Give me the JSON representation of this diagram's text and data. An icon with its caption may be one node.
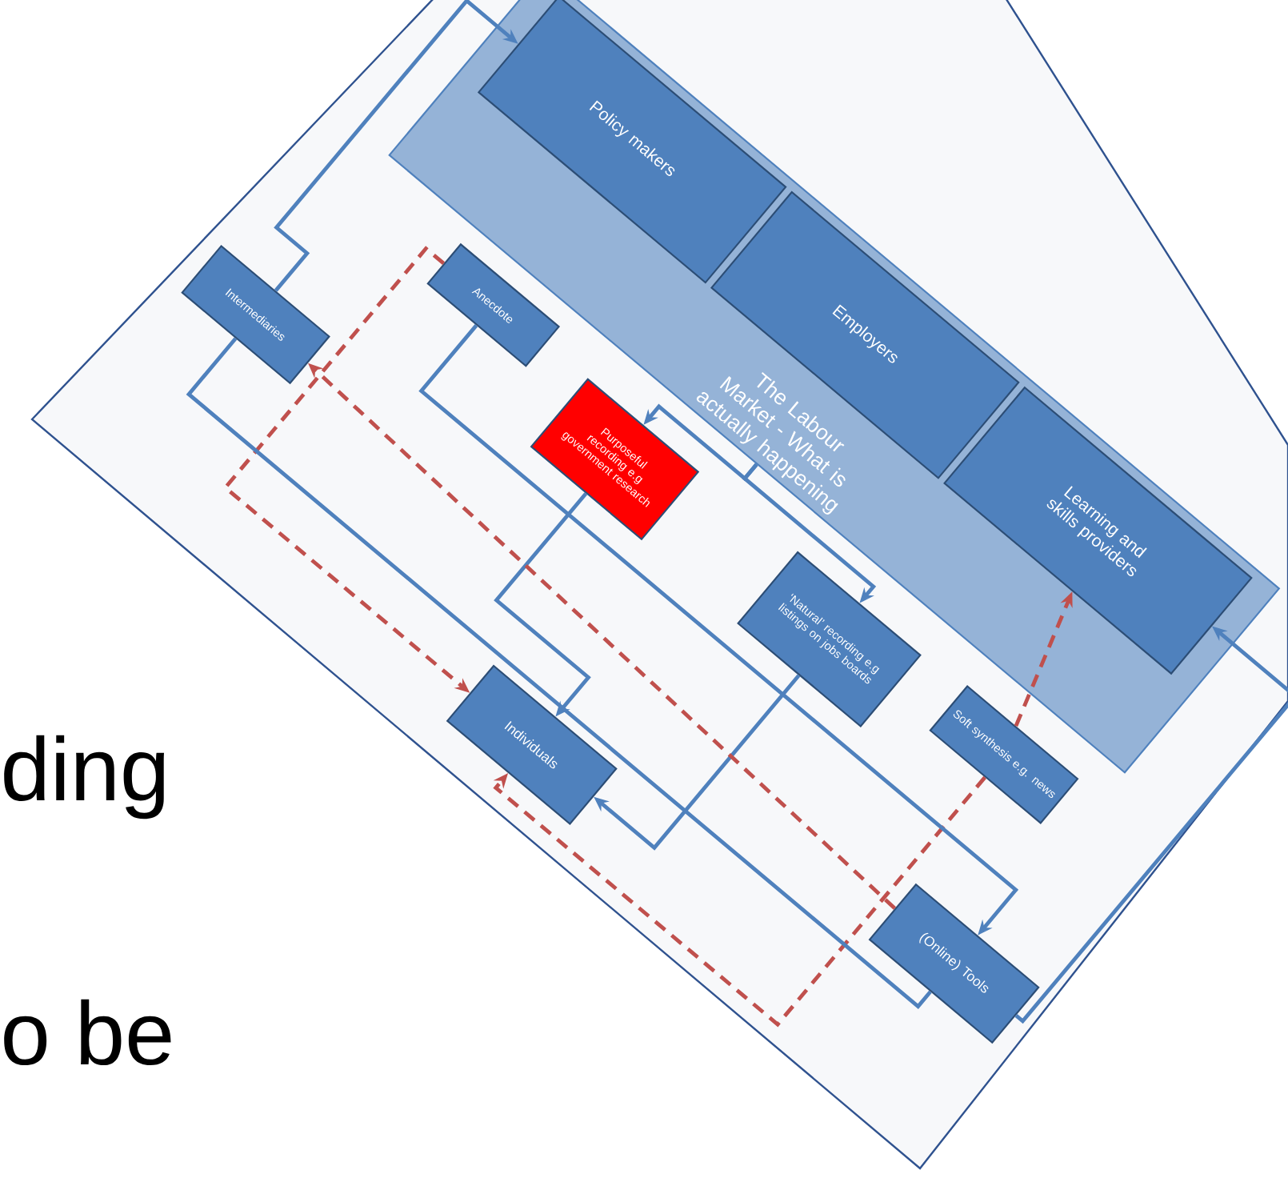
{
  "diagram": {
    "nodes": [
      {
        "text": [
          "The Labour Market - What is actually happening"
        ]
      },
      {
        "text": [
          "Policy makers"
        ],
        "in": 0
      },
      {
        "text": [
          "Employers"
        ],
        "in": 0
      },
      {
        "text": [
          "Learning and skills providers"
        ],
        "in": 0
      },
      {
        "text": [
          "Intermediaries"
        ]
      },
      {
        "text": [
          "Anecdote"
        ]
      },
      {
        "text": [
          "Purposeful recording e.g government research"
        ]
      },
      {
        "text": [
          "‘Natural’ recording e.g listings on jobs boards"
        ]
      },
      {
        "text": [
          "Soft synthesis e.g. news"
        ]
      },
      {
        "text": [
          "Individuals"
        ]
      },
      {
        "text": [
          "(Online) Tools"
        ]
      }
    ],
    "edges": [
      {
        "from": 4,
        "to": 1,
        "arrow": "to"
      },
      {
        "from": 0,
        "to": 6,
        "arrow": "to"
      },
      {
        "from": 0,
        "to": 7,
        "arrow": "to"
      },
      {
        "from": 6,
        "to": 9,
        "arrow": "to"
      },
      {
        "from": 7,
        "to": 9,
        "arrow": "to"
      },
      {
        "from": 5,
        "to": 9,
        "arrow": "to",
        "style": "dashed",
        "color": "#c0504d"
      },
      {
        "from": 8,
        "to": 9,
        "arrow": "to",
        "style": "dashed",
        "color": "#c0504d"
      },
      {
        "from": 10,
        "to": 4,
        "arrow": "to",
        "style": "dashed",
        "color": "#c0504d"
      },
      {
        "from": 4,
        "to": 10,
        "arrow": "none"
      },
      {
        "from": 5,
        "to": 10,
        "arrow": "to"
      },
      {
        "from": 10,
        "to": 3,
        "arrow": "to"
      },
      {
        "from": 8,
        "to": 3,
        "arrow": "to",
        "style": "dashed",
        "color": "#c0504d"
      }
    ],
    "labels": [
      "ding",
      "o be"
    ]
  }
}
